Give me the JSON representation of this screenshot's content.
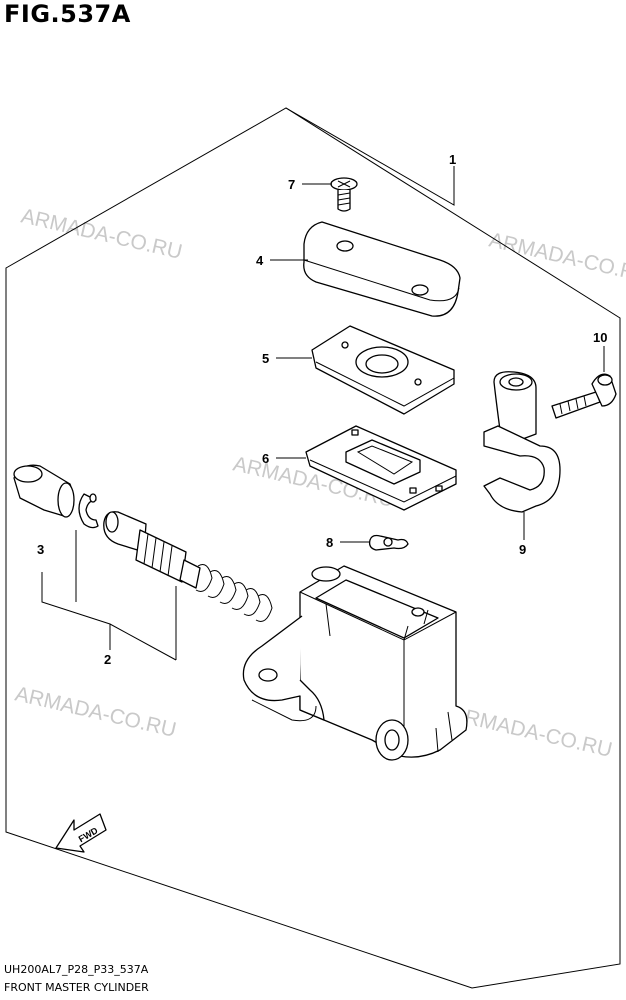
{
  "figure_title": "FIG.537A",
  "watermarks": [
    "ARMADA-CO.RU",
    "ARMADA-CO.RU",
    "ARMADA-CO.RU",
    "ARMADA-CO.RU",
    "ARMADA-CO.RU"
  ],
  "callouts": [
    "1",
    "2",
    "3",
    "4",
    "5",
    "6",
    "7",
    "8",
    "9",
    "10"
  ],
  "fwd_label": "FWD",
  "footer": {
    "code": "UH200AL7_P28_P33_537A",
    "name": "FRONT MASTER CYLINDER"
  }
}
